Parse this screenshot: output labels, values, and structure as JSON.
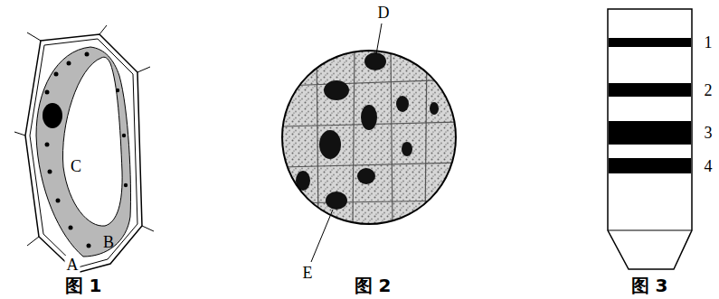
{
  "diagram": {
    "labels": [
      "A",
      "B",
      "C",
      "图 1",
      "D",
      "E",
      "图 2",
      "1",
      "2",
      "3",
      "4",
      "图 3"
    ]
  }
}
